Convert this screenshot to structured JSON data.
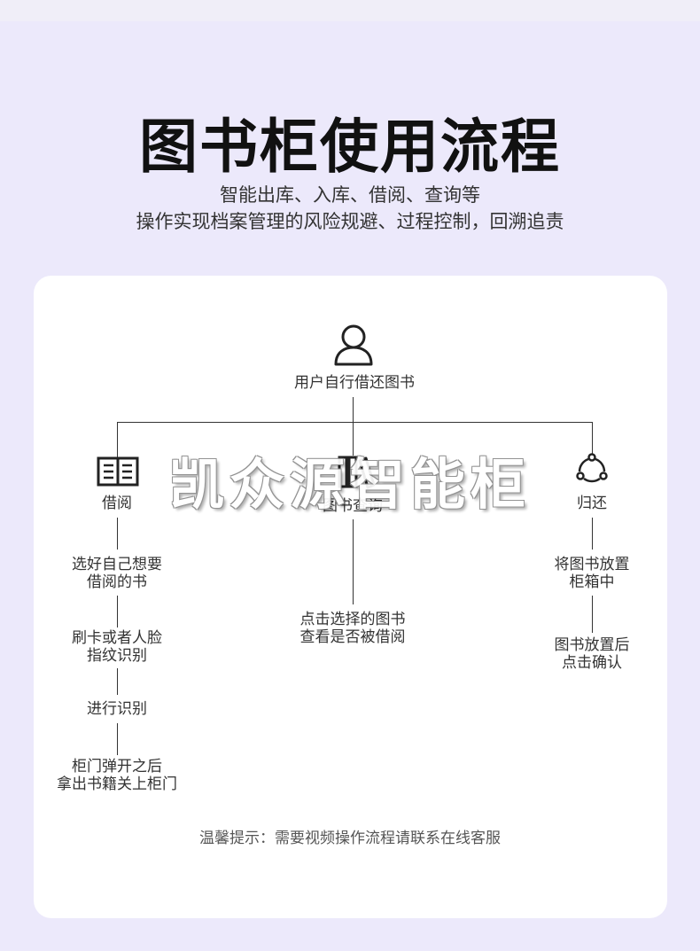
{
  "header": {
    "title": "图书柜使用流程",
    "subtitle_line1": "智能出库、入库、借阅、查询等",
    "subtitle_line2": "操作实现档案管理的风险规避、过程控制，回溯追责"
  },
  "flow": {
    "root": {
      "label": "用户自行借还图书",
      "icon": "user-icon"
    },
    "branches": [
      {
        "label": "借阅",
        "icon": "open-book-icon",
        "steps": [
          [
            "选好自己想要",
            "借阅的书"
          ],
          [
            "刷卡或者人脸",
            "指纹识别"
          ],
          [
            "进行识别"
          ],
          [
            "柜门弹开之后",
            "拿出书籍关上柜门"
          ]
        ]
      },
      {
        "label": "图书查询",
        "icon": "books-icon",
        "steps": [
          [
            "点击选择的图书",
            "查看是否被借阅"
          ]
        ]
      },
      {
        "label": "归还",
        "icon": "return-cycle-icon",
        "steps": [
          [
            "将图书放置",
            "柜箱中"
          ],
          [
            "图书放置后",
            "点击确认"
          ]
        ]
      }
    ]
  },
  "watermark": "凯众源智能柜",
  "tip": "温馨提示：需要视频操作流程请联系在线客服",
  "colors": {
    "background": "#ece9fb",
    "card": "#ffffff",
    "line": "#333333"
  }
}
